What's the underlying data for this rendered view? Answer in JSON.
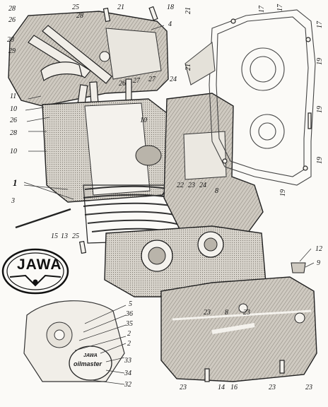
{
  "logo": {
    "brand": "JAWA"
  },
  "oil_pump_badge": {
    "brand": "JAWA",
    "product": "oilmaster"
  },
  "callouts": [
    {
      "id": "c1",
      "text": "28"
    },
    {
      "id": "c2",
      "text": "26"
    },
    {
      "id": "c3",
      "text": "25"
    },
    {
      "id": "c4",
      "text": "28"
    },
    {
      "id": "c5",
      "text": "21"
    },
    {
      "id": "c6",
      "text": "18"
    },
    {
      "id": "c7",
      "text": "4"
    },
    {
      "id": "c8",
      "text": "28"
    },
    {
      "id": "c9",
      "text": "29"
    },
    {
      "id": "c10",
      "text": "26"
    },
    {
      "id": "c11",
      "text": "27"
    },
    {
      "id": "c12",
      "text": "27"
    },
    {
      "id": "c13",
      "text": "24"
    },
    {
      "id": "c14",
      "text": "11"
    },
    {
      "id": "c15",
      "text": "10"
    },
    {
      "id": "c16",
      "text": "26"
    },
    {
      "id": "c17",
      "text": "28"
    },
    {
      "id": "c18",
      "text": "10"
    },
    {
      "id": "c19",
      "text": "10"
    },
    {
      "id": "c20",
      "text": "1"
    },
    {
      "id": "c21",
      "text": "3"
    },
    {
      "id": "c22",
      "text": "15"
    },
    {
      "id": "c23",
      "text": "13"
    },
    {
      "id": "c24",
      "text": "25"
    },
    {
      "id": "c25",
      "text": "22"
    },
    {
      "id": "c26",
      "text": "23"
    },
    {
      "id": "c27",
      "text": "24"
    },
    {
      "id": "c28",
      "text": "8"
    },
    {
      "id": "c29",
      "text": "21"
    },
    {
      "id": "c30",
      "text": "21"
    },
    {
      "id": "c31",
      "text": "17"
    },
    {
      "id": "c32",
      "text": "17"
    },
    {
      "id": "c33",
      "text": "17"
    },
    {
      "id": "c34",
      "text": "19"
    },
    {
      "id": "c35",
      "text": "19"
    },
    {
      "id": "c36",
      "text": "19"
    },
    {
      "id": "c37",
      "text": "19"
    },
    {
      "id": "c38",
      "text": "12"
    },
    {
      "id": "c39",
      "text": "9"
    },
    {
      "id": "c40",
      "text": "5"
    },
    {
      "id": "c41",
      "text": "36"
    },
    {
      "id": "c42",
      "text": "35"
    },
    {
      "id": "c43",
      "text": "2"
    },
    {
      "id": "c44",
      "text": "2"
    },
    {
      "id": "c45",
      "text": "33"
    },
    {
      "id": "c46",
      "text": "34"
    },
    {
      "id": "c47",
      "text": "32"
    },
    {
      "id": "c48",
      "text": "23"
    },
    {
      "id": "c49",
      "text": "8"
    },
    {
      "id": "c50",
      "text": "23"
    },
    {
      "id": "c51",
      "text": "23"
    },
    {
      "id": "c52",
      "text": "14"
    },
    {
      "id": "c53",
      "text": "16"
    },
    {
      "id": "c54",
      "text": "23"
    },
    {
      "id": "c55",
      "text": "23"
    }
  ]
}
